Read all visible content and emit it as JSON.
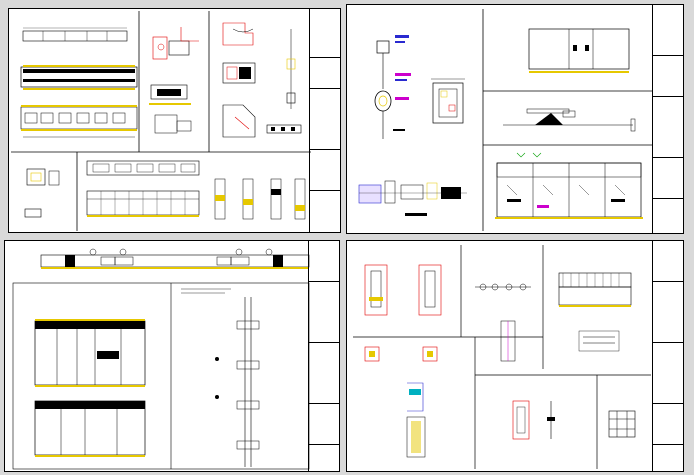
{
  "viewer": {
    "background": "#d9d9d9",
    "sheet_count": 4
  },
  "sheets": [
    {
      "id": "sheet-1",
      "title": "",
      "views": [
        "elevation-strip",
        "plan-strip",
        "profile-details",
        "corner-details",
        "column-details",
        "cabinet-elevation"
      ]
    },
    {
      "id": "sheet-2",
      "title": "",
      "views": [
        "fixture-detail",
        "panel-detail",
        "door-elevation",
        "glazing-elevation",
        "roof-detail"
      ]
    },
    {
      "id": "sheet-3",
      "title": "",
      "views": [
        "top-plan-strip",
        "storefront-elevation-upper",
        "storefront-elevation-lower",
        "vertical-section"
      ]
    },
    {
      "id": "sheet-4",
      "title": "",
      "views": [
        "door-details",
        "hinge-strip",
        "canopy-elevation",
        "jamb-sections",
        "door-elevation",
        "window-grid"
      ]
    }
  ],
  "colors": {
    "line": "#000000",
    "yellow": "#e6c800",
    "red": "#e00000",
    "blue": "#2a2ad0",
    "magenta": "#cc00cc",
    "green": "#00a000",
    "cyan": "#00b0c0"
  }
}
